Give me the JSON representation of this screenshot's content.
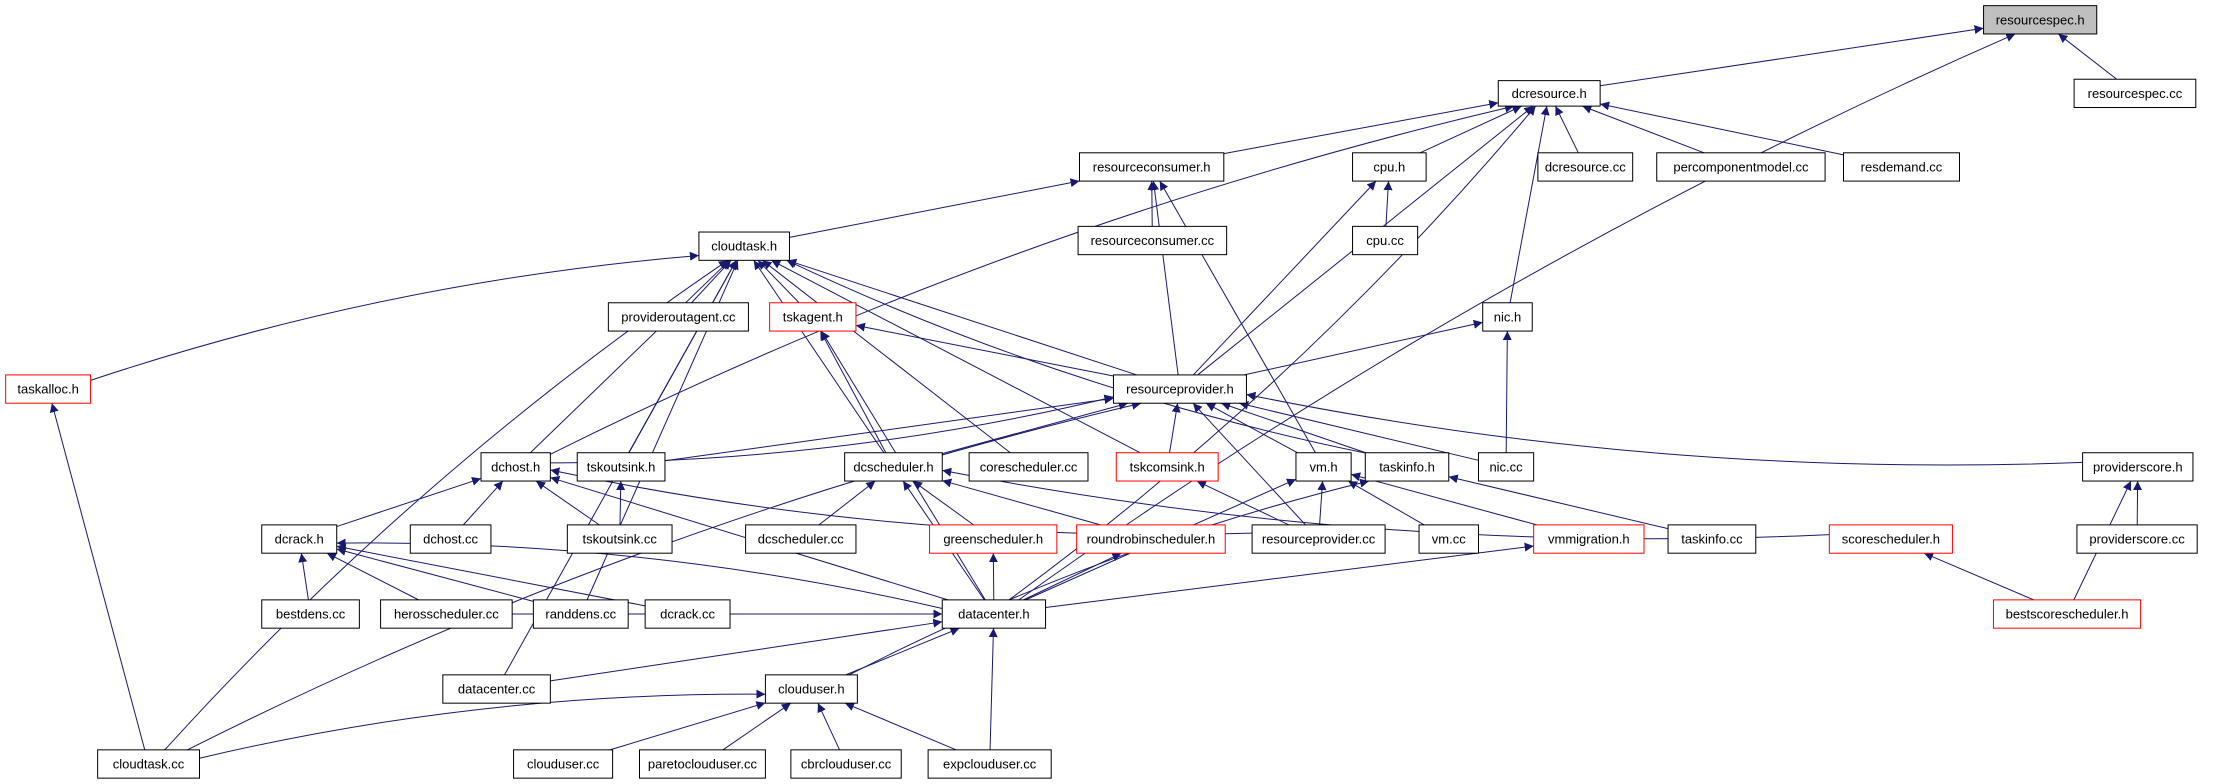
{
  "title": "Include dependency graph: resourcespec.h",
  "colors": {
    "edge": "#191970",
    "focus_fill": "#bfbfbf",
    "normal_border": "#000000",
    "truncated_border": "#ff0000"
  },
  "nodes": [
    {
      "id": "resourcespec_h",
      "label": "resourcespec.h",
      "style": "focus"
    },
    {
      "id": "resourcespec_cc",
      "label": "resourcespec.cc",
      "style": "normal"
    },
    {
      "id": "dcresource_h",
      "label": "dcresource.h",
      "style": "normal"
    },
    {
      "id": "dcresource_cc",
      "label": "dcresource.cc",
      "style": "normal"
    },
    {
      "id": "percomponentmodel_cc",
      "label": "percomponentmodel.cc",
      "style": "normal"
    },
    {
      "id": "resdemand_cc",
      "label": "resdemand.cc",
      "style": "normal"
    },
    {
      "id": "resourceconsumer_h",
      "label": "resourceconsumer.h",
      "style": "normal"
    },
    {
      "id": "resourceconsumer_cc",
      "label": "resourceconsumer.cc",
      "style": "normal"
    },
    {
      "id": "cpu_h",
      "label": "cpu.h",
      "style": "normal"
    },
    {
      "id": "cpu_cc",
      "label": "cpu.cc",
      "style": "normal"
    },
    {
      "id": "cloudtask_h",
      "label": "cloudtask.h",
      "style": "normal"
    },
    {
      "id": "provideroutagent_cc",
      "label": "provideroutagent.cc",
      "style": "normal"
    },
    {
      "id": "tskagent_h",
      "label": "tskagent.h",
      "style": "truncated"
    },
    {
      "id": "nic_h",
      "label": "nic.h",
      "style": "normal"
    },
    {
      "id": "taskalloc_h",
      "label": "taskalloc.h",
      "style": "truncated"
    },
    {
      "id": "resourceprovider_h",
      "label": "resourceprovider.h",
      "style": "normal"
    },
    {
      "id": "dchost_h",
      "label": "dchost.h",
      "style": "normal"
    },
    {
      "id": "tskoutsink_h",
      "label": "tskoutsink.h",
      "style": "normal"
    },
    {
      "id": "dcscheduler_h",
      "label": "dcscheduler.h",
      "style": "normal"
    },
    {
      "id": "corescheduler_cc",
      "label": "corescheduler.cc",
      "style": "normal"
    },
    {
      "id": "tskcomsink_h",
      "label": "tskcomsink.h",
      "style": "truncated"
    },
    {
      "id": "vm_h",
      "label": "vm.h",
      "style": "normal"
    },
    {
      "id": "taskinfo_h",
      "label": "taskinfo.h",
      "style": "normal"
    },
    {
      "id": "nic_cc",
      "label": "nic.cc",
      "style": "normal"
    },
    {
      "id": "providerscore_h",
      "label": "providerscore.h",
      "style": "normal"
    },
    {
      "id": "dcrack_h",
      "label": "dcrack.h",
      "style": "normal"
    },
    {
      "id": "dchost_cc",
      "label": "dchost.cc",
      "style": "normal"
    },
    {
      "id": "tskoutsink_cc",
      "label": "tskoutsink.cc",
      "style": "normal"
    },
    {
      "id": "dcscheduler_cc",
      "label": "dcscheduler.cc",
      "style": "normal"
    },
    {
      "id": "greenscheduler_h",
      "label": "greenscheduler.h",
      "style": "truncated"
    },
    {
      "id": "roundrobinscheduler_h",
      "label": "roundrobinscheduler.h",
      "style": "truncated"
    },
    {
      "id": "resourceprovider_cc",
      "label": "resourceprovider.cc",
      "style": "normal"
    },
    {
      "id": "vm_cc",
      "label": "vm.cc",
      "style": "normal"
    },
    {
      "id": "vmmigration_h",
      "label": "vmmigration.h",
      "style": "truncated"
    },
    {
      "id": "taskinfo_cc",
      "label": "taskinfo.cc",
      "style": "normal"
    },
    {
      "id": "scorescheduler_h",
      "label": "scorescheduler.h",
      "style": "truncated"
    },
    {
      "id": "providerscore_cc",
      "label": "providerscore.cc",
      "style": "normal"
    },
    {
      "id": "bestdens_cc",
      "label": "bestdens.cc",
      "style": "normal"
    },
    {
      "id": "herosscheduler_cc",
      "label": "herosscheduler.cc",
      "style": "normal"
    },
    {
      "id": "randdens_cc",
      "label": "randdens.cc",
      "style": "normal"
    },
    {
      "id": "dcrack_cc",
      "label": "dcrack.cc",
      "style": "normal"
    },
    {
      "id": "datacenter_h",
      "label": "datacenter.h",
      "style": "normal"
    },
    {
      "id": "bestscorescheduler_h",
      "label": "bestscorescheduler.h",
      "style": "truncated"
    },
    {
      "id": "datacenter_cc",
      "label": "datacenter.cc",
      "style": "normal"
    },
    {
      "id": "clouduser_h",
      "label": "clouduser.h",
      "style": "normal"
    },
    {
      "id": "cloudtask_cc",
      "label": "cloudtask.cc",
      "style": "normal"
    },
    {
      "id": "clouduser_cc",
      "label": "clouduser.cc",
      "style": "normal"
    },
    {
      "id": "paretoclouduser_cc",
      "label": "paretoclouduser.cc",
      "style": "normal"
    },
    {
      "id": "cbrclouduser_cc",
      "label": "cbrclouduser.cc",
      "style": "normal"
    },
    {
      "id": "expclouduser_cc",
      "label": "expclouduser.cc",
      "style": "normal"
    }
  ],
  "edges": [
    [
      "dcresource_h",
      "resourcespec_h"
    ],
    [
      "resourcespec_cc",
      "resourcespec_h"
    ],
    [
      "datacenter_h",
      "resourcespec_h"
    ],
    [
      "resourceconsumer_h",
      "dcresource_h"
    ],
    [
      "cpu_h",
      "dcresource_h"
    ],
    [
      "dcresource_cc",
      "dcresource_h"
    ],
    [
      "percomponentmodel_cc",
      "dcresource_h"
    ],
    [
      "resdemand_cc",
      "dcresource_h"
    ],
    [
      "nic_h",
      "dcresource_h"
    ],
    [
      "resourceprovider_h",
      "dcresource_h"
    ],
    [
      "dchost_h",
      "dcresource_h"
    ],
    [
      "datacenter_h",
      "dcresource_h"
    ],
    [
      "resourceconsumer_cc",
      "resourceconsumer_h"
    ],
    [
      "cloudtask_h",
      "resourceconsumer_h"
    ],
    [
      "resourceprovider_h",
      "resourceconsumer_h"
    ],
    [
      "vm_h",
      "resourceconsumer_h"
    ],
    [
      "cpu_cc",
      "cpu_h"
    ],
    [
      "resourceprovider_h",
      "cpu_h"
    ],
    [
      "provideroutagent_cc",
      "cloudtask_h"
    ],
    [
      "tskagent_h",
      "cloudtask_h"
    ],
    [
      "taskalloc_h",
      "cloudtask_h"
    ],
    [
      "dchost_h",
      "cloudtask_h"
    ],
    [
      "tskoutsink_h",
      "cloudtask_h"
    ],
    [
      "dcscheduler_h",
      "cloudtask_h"
    ],
    [
      "corescheduler_cc",
      "cloudtask_h"
    ],
    [
      "tskcomsink_h",
      "cloudtask_h"
    ],
    [
      "taskinfo_h",
      "cloudtask_h"
    ],
    [
      "resourceprovider_h",
      "cloudtask_h"
    ],
    [
      "cloudtask_cc",
      "cloudtask_h"
    ],
    [
      "datacenter_cc",
      "cloudtask_h"
    ],
    [
      "randdens_cc",
      "cloudtask_h"
    ],
    [
      "resourceprovider_h",
      "tskagent_h"
    ],
    [
      "dcscheduler_h",
      "tskagent_h"
    ],
    [
      "datacenter_h",
      "tskagent_h"
    ],
    [
      "resourceprovider_h",
      "nic_h"
    ],
    [
      "nic_cc",
      "nic_h"
    ],
    [
      "cloudtask_cc",
      "taskalloc_h"
    ],
    [
      "dchost_h",
      "resourceprovider_h"
    ],
    [
      "tskoutsink_h",
      "resourceprovider_h"
    ],
    [
      "dcscheduler_h",
      "resourceprovider_h"
    ],
    [
      "tskcomsink_h",
      "resourceprovider_h"
    ],
    [
      "vm_h",
      "resourceprovider_h"
    ],
    [
      "taskinfo_h",
      "resourceprovider_h"
    ],
    [
      "nic_cc",
      "resourceprovider_h"
    ],
    [
      "providerscore_h",
      "resourceprovider_h"
    ],
    [
      "resourceprovider_cc",
      "resourceprovider_h"
    ],
    [
      "cloudtask_cc",
      "resourceprovider_h"
    ],
    [
      "dcrack_h",
      "dchost_h"
    ],
    [
      "dchost_cc",
      "dchost_h"
    ],
    [
      "tskoutsink_cc",
      "dchost_h"
    ],
    [
      "resourceprovider_cc",
      "dchost_h"
    ],
    [
      "datacenter_h",
      "dchost_h"
    ],
    [
      "tskoutsink_cc",
      "tskoutsink_h"
    ],
    [
      "dcscheduler_cc",
      "dcscheduler_h"
    ],
    [
      "greenscheduler_h",
      "dcscheduler_h"
    ],
    [
      "roundrobinscheduler_h",
      "dcscheduler_h"
    ],
    [
      "scorescheduler_h",
      "dcscheduler_h"
    ],
    [
      "datacenter_h",
      "dcscheduler_h"
    ],
    [
      "resourceprovider_cc",
      "tskcomsink_h"
    ],
    [
      "resourceprovider_cc",
      "vm_h"
    ],
    [
      "vm_cc",
      "vm_h"
    ],
    [
      "vmmigration_h",
      "vm_h"
    ],
    [
      "datacenter_h",
      "vm_h"
    ],
    [
      "taskinfo_cc",
      "taskinfo_h"
    ],
    [
      "clouduser_h",
      "taskinfo_h"
    ],
    [
      "providerscore_cc",
      "providerscore_h"
    ],
    [
      "bestscorescheduler_h",
      "providerscore_h"
    ],
    [
      "bestdens_cc",
      "dcrack_h"
    ],
    [
      "herosscheduler_cc",
      "dcrack_h"
    ],
    [
      "randdens_cc",
      "dcrack_h"
    ],
    [
      "dcrack_cc",
      "dcrack_h"
    ],
    [
      "datacenter_h",
      "dcrack_h"
    ],
    [
      "datacenter_h",
      "greenscheduler_h"
    ],
    [
      "datacenter_h",
      "roundrobinscheduler_h"
    ],
    [
      "datacenter_h",
      "vmmigration_h"
    ],
    [
      "bestscorescheduler_h",
      "scorescheduler_h"
    ],
    [
      "datacenter_cc",
      "datacenter_h"
    ],
    [
      "clouduser_h",
      "datacenter_h"
    ],
    [
      "expclouduser_cc",
      "datacenter_h"
    ],
    [
      "herosscheduler_cc",
      "datacenter_h"
    ],
    [
      "cloudtask_cc",
      "clouduser_h"
    ],
    [
      "clouduser_cc",
      "clouduser_h"
    ],
    [
      "paretoclouduser_cc",
      "clouduser_h"
    ],
    [
      "cbrclouduser_cc",
      "clouduser_h"
    ],
    [
      "expclouduser_cc",
      "clouduser_h"
    ]
  ]
}
